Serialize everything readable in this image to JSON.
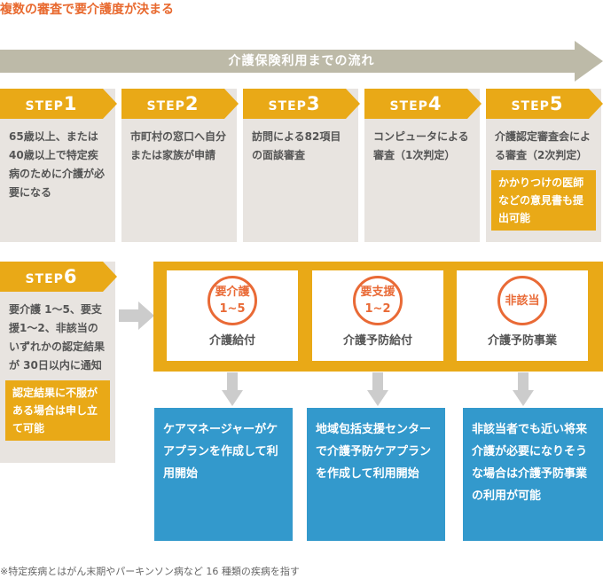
{
  "title": "複数の審査で要介護度が決まる",
  "banner": "介護保険利用までの流れ",
  "steps": [
    {
      "label": "STEP",
      "num": "1",
      "text": "65歳以上、または40歳以上で特定疾病のために介護が必要になる"
    },
    {
      "label": "STEP",
      "num": "2",
      "text": "市町村の窓口へ自分または家族が申請"
    },
    {
      "label": "STEP",
      "num": "3",
      "text": "訪問による82項目の面談審査"
    },
    {
      "label": "STEP",
      "num": "4",
      "text": "コンピュータによる審査（1次判定）"
    },
    {
      "label": "STEP",
      "num": "5",
      "text": "介護認定審査会による審査（2次判定）",
      "note": "かかりつけの医師などの意見書も提出可能"
    },
    {
      "label": "STEP",
      "num": "6",
      "text": "要介護 1〜5、要支援1〜2、非該当のいずれかの認定結果が 30日以内に通知",
      "note": "認定結果に不服がある場合は申し立て可能"
    }
  ],
  "categories": [
    {
      "level": "要介護",
      "range": "1~5",
      "label": "介護給付"
    },
    {
      "level": "要支援",
      "range": "1~2",
      "label": "介護予防給付"
    },
    {
      "level": "非該当",
      "range": "",
      "label": "介護予防事業"
    }
  ],
  "outcomes": [
    "ケアマネージャーがケアプランを作成して利用開始",
    "地域包括支援センターで介護予防ケアプランを作成して利用開始",
    "非該当者でも近い将来介護が必要になりそうな場合は介護予防事業の利用が可能"
  ],
  "footnote": "※特定疾病とはがん末期やパーキンソン病など 16 種類の疾病を指す",
  "colors": {
    "gold": "#e9a917",
    "blue": "#3399cc",
    "orange": "#e96a36",
    "gray": "#e8e4e0"
  }
}
